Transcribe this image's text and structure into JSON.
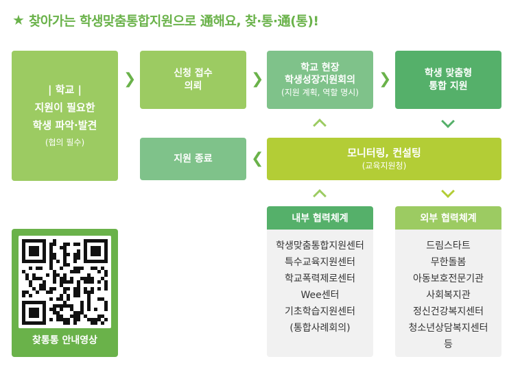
{
  "title": "찾아가는 학생맞춤통합지원으로 通해요, 찾·통·通(통)!",
  "steps": {
    "school": {
      "head": "| 학교 |",
      "line1": "지원이 필요한",
      "line2": "학생 파악·발견",
      "note": "(협의 필수)"
    },
    "apply": {
      "line1": "신청 접수",
      "line2": "의뢰"
    },
    "meeting": {
      "line1": "학교 현장",
      "line2": "학생성장지원회의",
      "note": "(지원 계획, 역할 명시)"
    },
    "support": {
      "line1": "학생 맞춤형",
      "line2": "통합 지원"
    },
    "monitoring": {
      "line1": "모니터링, 컨설팅",
      "note": "(교육지원청)"
    },
    "finish": {
      "line1": "지원 종료"
    }
  },
  "internal": {
    "title": "내부 협력체계",
    "items": [
      "학생맞춤통합지원센터",
      "특수교육지원센터",
      "학교폭력제로센터",
      "Wee센터",
      "기초학습지원센터",
      "(통합사례회의)"
    ]
  },
  "external": {
    "title": "외부 협력체계",
    "items": [
      "드림스타트",
      "무한돌봄",
      "아동보호전문기관",
      "사회복지관",
      "정신건강복지센터",
      "청소년상담복지센터",
      "등"
    ]
  },
  "qr": {
    "label": "찾통통 안내영상"
  },
  "colors": {
    "accent": "#6ab24a",
    "light_green": "#9ccb62",
    "mid_green": "#7fc28a",
    "dark_green": "#55b06a",
    "lime": "#b3cd36",
    "panel_bg": "#f1f1f1"
  }
}
